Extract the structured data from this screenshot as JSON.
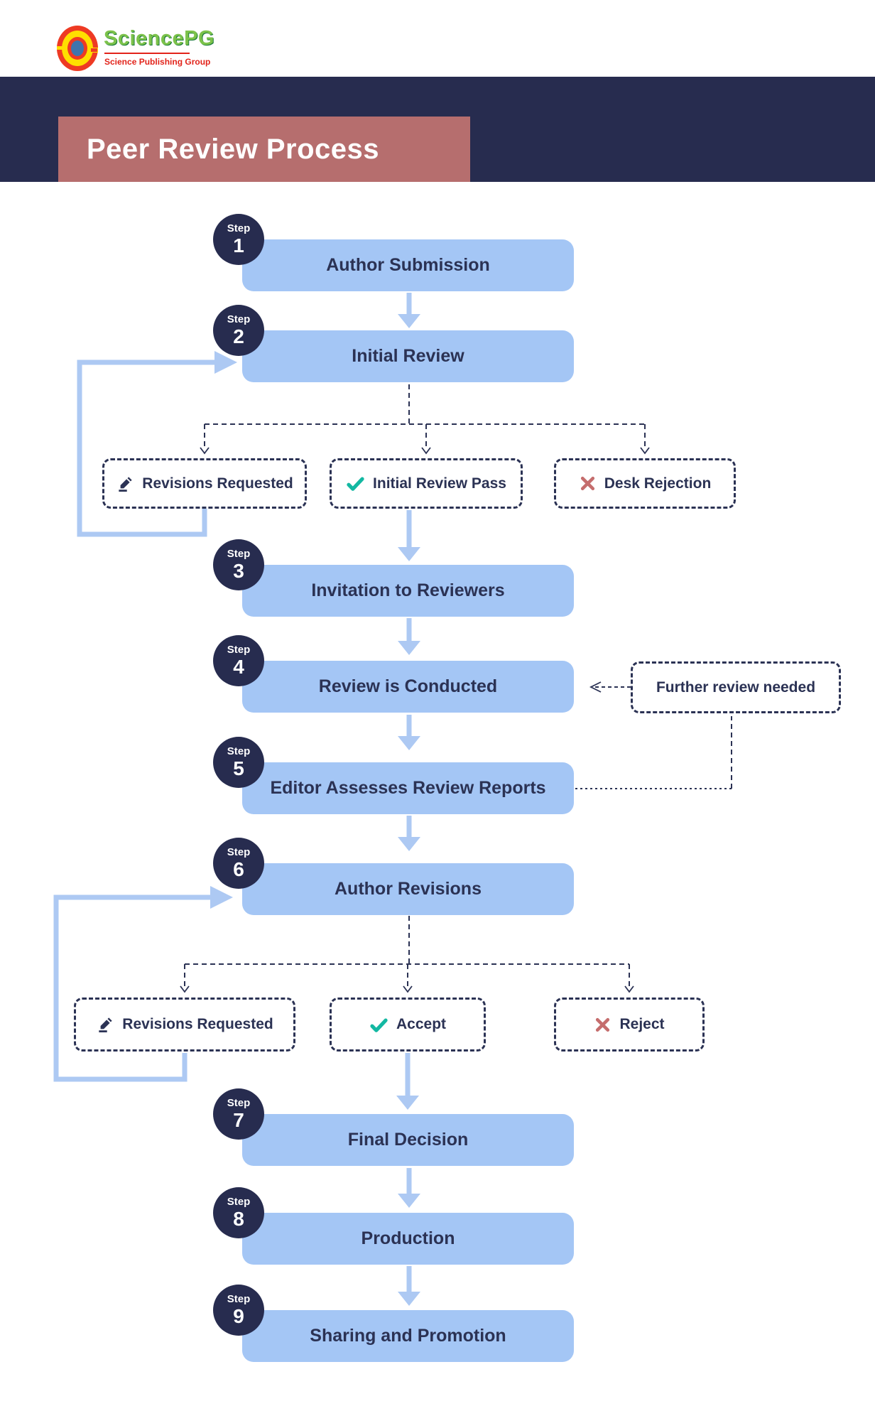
{
  "logo": {
    "name": "SciencePG",
    "tagline": "Science Publishing Group",
    "emblem_icon": "sciencepg-emblem-icon"
  },
  "header": {
    "title": "Peer Review Process"
  },
  "steps": [
    {
      "step_word": "Step",
      "number": "1",
      "label": "Author Submission"
    },
    {
      "step_word": "Step",
      "number": "2",
      "label": "Initial Review"
    },
    {
      "step_word": "Step",
      "number": "3",
      "label": "Invitation to Reviewers"
    },
    {
      "step_word": "Step",
      "number": "4",
      "label": "Review is Conducted"
    },
    {
      "step_word": "Step",
      "number": "5",
      "label": "Editor Assesses Review Reports"
    },
    {
      "step_word": "Step",
      "number": "6",
      "label": "Author Revisions"
    },
    {
      "step_word": "Step",
      "number": "7",
      "label": "Final Decision"
    },
    {
      "step_word": "Step",
      "number": "8",
      "label": "Production"
    },
    {
      "step_word": "Step",
      "number": "9",
      "label": "Sharing and Promotion"
    }
  ],
  "branch_row_1": {
    "items": [
      {
        "icon": "pencil-icon",
        "label": "Revisions Requested"
      },
      {
        "icon": "check-icon",
        "label": "Initial Review Pass"
      },
      {
        "icon": "x-icon",
        "label": "Desk Rejection"
      }
    ]
  },
  "branch_row_2": {
    "items": [
      {
        "icon": "pencil-icon",
        "label": "Revisions Requested"
      },
      {
        "icon": "check-icon",
        "label": "Accept"
      },
      {
        "icon": "x-icon",
        "label": "Reject"
      }
    ]
  },
  "side_note": {
    "label": "Further review needed"
  },
  "colors": {
    "navy_band": "#272c4f",
    "title_plate_rose": "#b66e6e",
    "process_box_blue": "#a4c6f5",
    "arrow_blue": "#adc9f3",
    "text_navy": "#2b3254",
    "check_teal": "#13b8a2",
    "reject_rose": "#c56d6d",
    "logo_green": "#7cc24a",
    "logo_red": "#e2231a",
    "logo_blue": "#3f74ad",
    "logo_yellow": "#ffdf00"
  }
}
